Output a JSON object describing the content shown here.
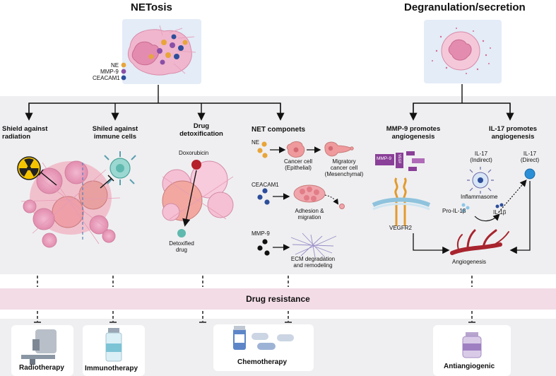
{
  "sections": {
    "left_title": "NETosis",
    "right_title": "Degranulation/secretion"
  },
  "legend": {
    "ne": "NE",
    "mmp9": "MMP-9",
    "ceacam1": "CEACAM1"
  },
  "colors": {
    "ne": "#e8a53a",
    "mmp9": "#8a4fa6",
    "ceacam1": "#2d4e9a",
    "mid_band": "#efeff1",
    "resistance_band": "#f3dce6",
    "vessel": "#a8242e",
    "panel": "#e3ecf7"
  },
  "branches": {
    "radiation": "Shield against radiation",
    "immune_1": "Shiled against",
    "immune_2": "immune cells",
    "drug_1": "Drug",
    "drug_2": "detoxification",
    "net": "NET componets",
    "mmp9_1": "MMP-9 promotes",
    "mmp9_2": "angiogenesis",
    "il17_1": "IL-17  promotes",
    "il17_2": "angiogenesis"
  },
  "labels": {
    "doxorubicin": "Doxorubicin",
    "detox_1": "Detoxified",
    "detox_2": "drug",
    "ne": "NE",
    "cancer_1": "Cancer cell",
    "cancer_2": "(Epithelial)",
    "migratory_1": "Migratory",
    "migratory_2": "cancer cell",
    "migratory_3": "(Mesenchymal)",
    "ceacam1": "CEACAM1",
    "adhesion_1": "Adhesion &",
    "adhesion_2": "migration",
    "mmp9": "MMP-9",
    "ecm_1": "ECM degradation",
    "ecm_2": "and remodeling",
    "mmp9_box": "MMP-9",
    "vegf": "VEGF",
    "vegfr2": "VEGFR2",
    "il17_indirect_1": "IL-17",
    "il17_indirect_2": "(Indirect)",
    "il17_direct_1": "IL-17",
    "il17_direct_2": "(Direct)",
    "inflammasome": "Inflammasome",
    "pro_il1b": "Pro-IL-1β",
    "il1b": "IL-1β",
    "angiogenesis": "Angiogenesis"
  },
  "resistance": "Drug resistance",
  "therapies": {
    "radiotherapy": "Radiotherapy",
    "immunotherapy": "Immunotherapy",
    "chemotherapy": "Chemotherapy",
    "antiangiogenic": "Antiangiogenic"
  }
}
